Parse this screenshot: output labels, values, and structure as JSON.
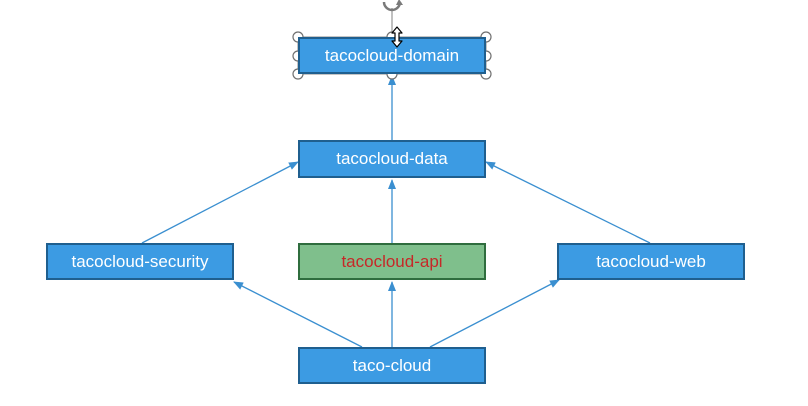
{
  "diagram": {
    "nodes": {
      "domain": {
        "label": "tacocloud-domain",
        "fill": "#3c9be3",
        "selected": true
      },
      "data": {
        "label": "tacocloud-data",
        "fill": "#3c9be3"
      },
      "security": {
        "label": "tacocloud-security",
        "fill": "#3c9be3"
      },
      "api": {
        "label": "tacocloud-api",
        "fill": "#7fbf8c",
        "text_color": "#c62828"
      },
      "web": {
        "label": "tacocloud-web",
        "fill": "#3c9be3"
      },
      "taco": {
        "label": "taco-cloud",
        "fill": "#3c9be3"
      }
    },
    "edges": [
      {
        "from": "data",
        "to": "domain"
      },
      {
        "from": "security",
        "to": "data"
      },
      {
        "from": "api",
        "to": "data"
      },
      {
        "from": "web",
        "to": "data"
      },
      {
        "from": "taco",
        "to": "security"
      },
      {
        "from": "taco",
        "to": "api"
      },
      {
        "from": "taco",
        "to": "web"
      }
    ],
    "colors": {
      "connector": "#3a8fd0",
      "node_border": "#1f5f8f",
      "selection_handle": "#808080"
    }
  }
}
